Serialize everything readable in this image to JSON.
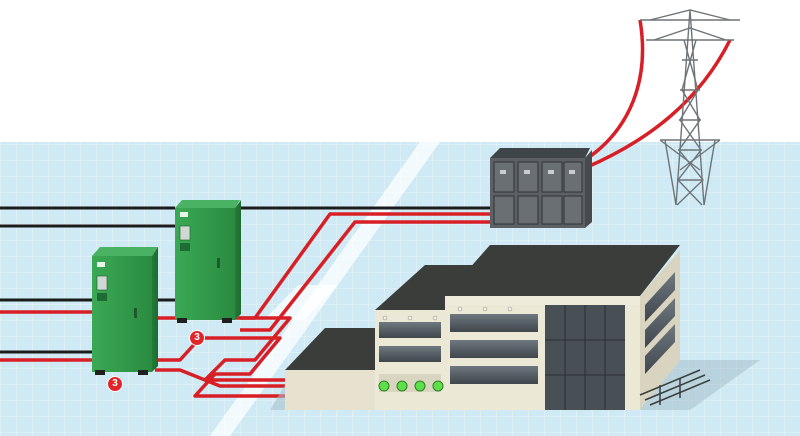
{
  "markers": [
    {
      "id": "marker-a",
      "label": "3"
    },
    {
      "id": "marker-b",
      "label": "3"
    }
  ],
  "colors": {
    "cable_red": "#d81f26",
    "cable_black": "#1b1b1b",
    "floor_light_blue": "#cfeaf5",
    "generator_green": "#2f9a47",
    "switchgear_gray": "#5d6166",
    "roof_dark": "#3a3d3a",
    "indicator_green": "#5ee04a"
  },
  "icons": {
    "tower": "transmission-tower-icon",
    "switchgear": "switchgear-cabinet-icon",
    "generator": "generator-cabinet-icon",
    "building": "office-building-icon"
  }
}
